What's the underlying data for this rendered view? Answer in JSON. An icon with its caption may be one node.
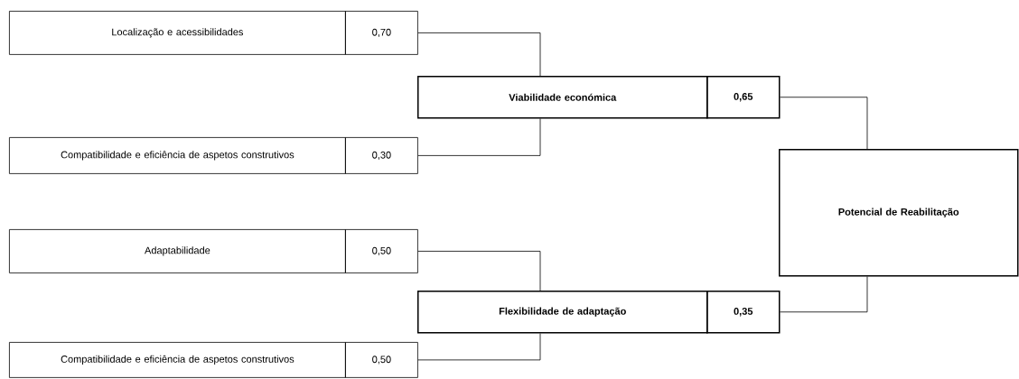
{
  "diagram": {
    "nodes": [
      {
        "text": [
          "Localização e acessibilidades"
        ]
      },
      {
        "text": [
          "0,70"
        ]
      },
      {
        "text": [
          "Viabilidade económica"
        ]
      },
      {
        "text": [
          "0,65"
        ]
      },
      {
        "text": [
          "Compatibilidade e eficiência de aspetos construtivos"
        ]
      },
      {
        "text": [
          "0,30"
        ]
      },
      {
        "text": [
          "Potencial de Reabilitação"
        ]
      },
      {
        "text": [
          "Adaptabilidade"
        ]
      },
      {
        "text": [
          "0,50"
        ]
      },
      {
        "text": [
          "Flexibilidade de adaptação"
        ]
      },
      {
        "text": [
          "0,35"
        ]
      },
      {
        "text": [
          "Compatibilidade e eficiência de aspetos construtivos"
        ]
      },
      {
        "text": [
          "0,50"
        ]
      }
    ],
    "edges": [
      {
        "from": 1,
        "to": 2,
        "arrow": "none"
      },
      {
        "from": 5,
        "to": 2,
        "arrow": "none"
      },
      {
        "from": 3,
        "to": 6,
        "arrow": "none"
      },
      {
        "from": 10,
        "to": 6,
        "arrow": "none"
      },
      {
        "from": 8,
        "to": 9,
        "arrow": "none"
      },
      {
        "from": 12,
        "to": 9,
        "arrow": "none"
      }
    ]
  }
}
